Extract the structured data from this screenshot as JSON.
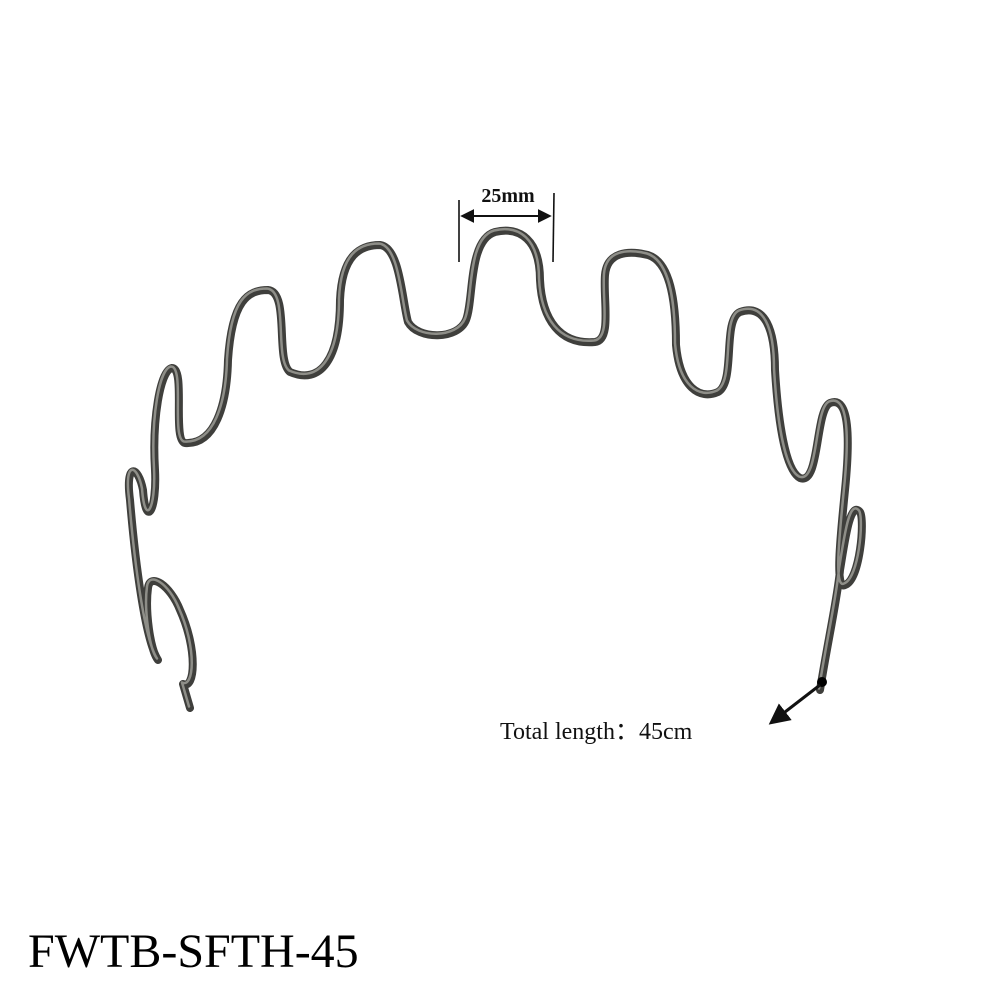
{
  "dimensions": {
    "wave_pitch": "25mm",
    "total_length_label": "Total length：",
    "total_length_value": "45cm"
  },
  "product": {
    "model_code": "FWTB-SFTH-45"
  },
  "colors": {
    "background": "#ffffff",
    "wire_dark": "#3f3f3c",
    "wire_light": "#8e8e88",
    "annotation": "#111111"
  },
  "icons": {
    "dimension_arrow": "double-headed-arrow",
    "pointer_arrow": "arrow-with-dot"
  }
}
